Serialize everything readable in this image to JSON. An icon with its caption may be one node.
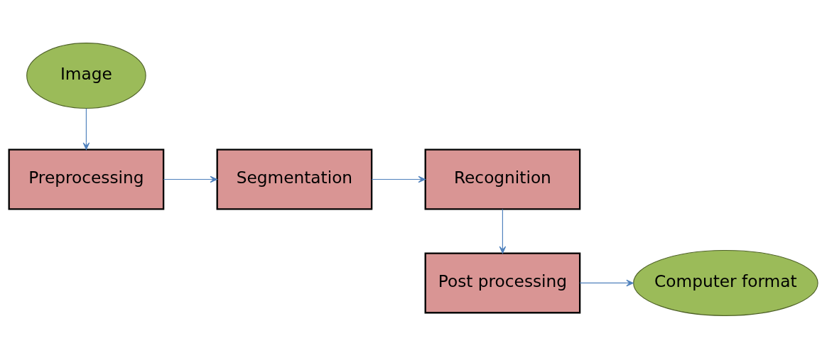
{
  "diagram": {
    "nodes": [
      {
        "text": [
          "Image"
        ]
      },
      {
        "text": [
          "Preprocessing"
        ]
      },
      {
        "text": [
          "Segmentation"
        ]
      },
      {
        "text": [
          "Recognition"
        ]
      },
      {
        "text": [
          "Post processing"
        ]
      },
      {
        "text": [
          "Computer format"
        ]
      }
    ],
    "edges": [
      {
        "from": 0,
        "to": 1,
        "arrow": "to"
      },
      {
        "from": 1,
        "to": 2,
        "arrow": "to"
      },
      {
        "from": 2,
        "to": 3,
        "arrow": "to"
      },
      {
        "from": 3,
        "to": 4,
        "arrow": "to"
      },
      {
        "from": 4,
        "to": 5,
        "arrow": "to"
      }
    ]
  }
}
